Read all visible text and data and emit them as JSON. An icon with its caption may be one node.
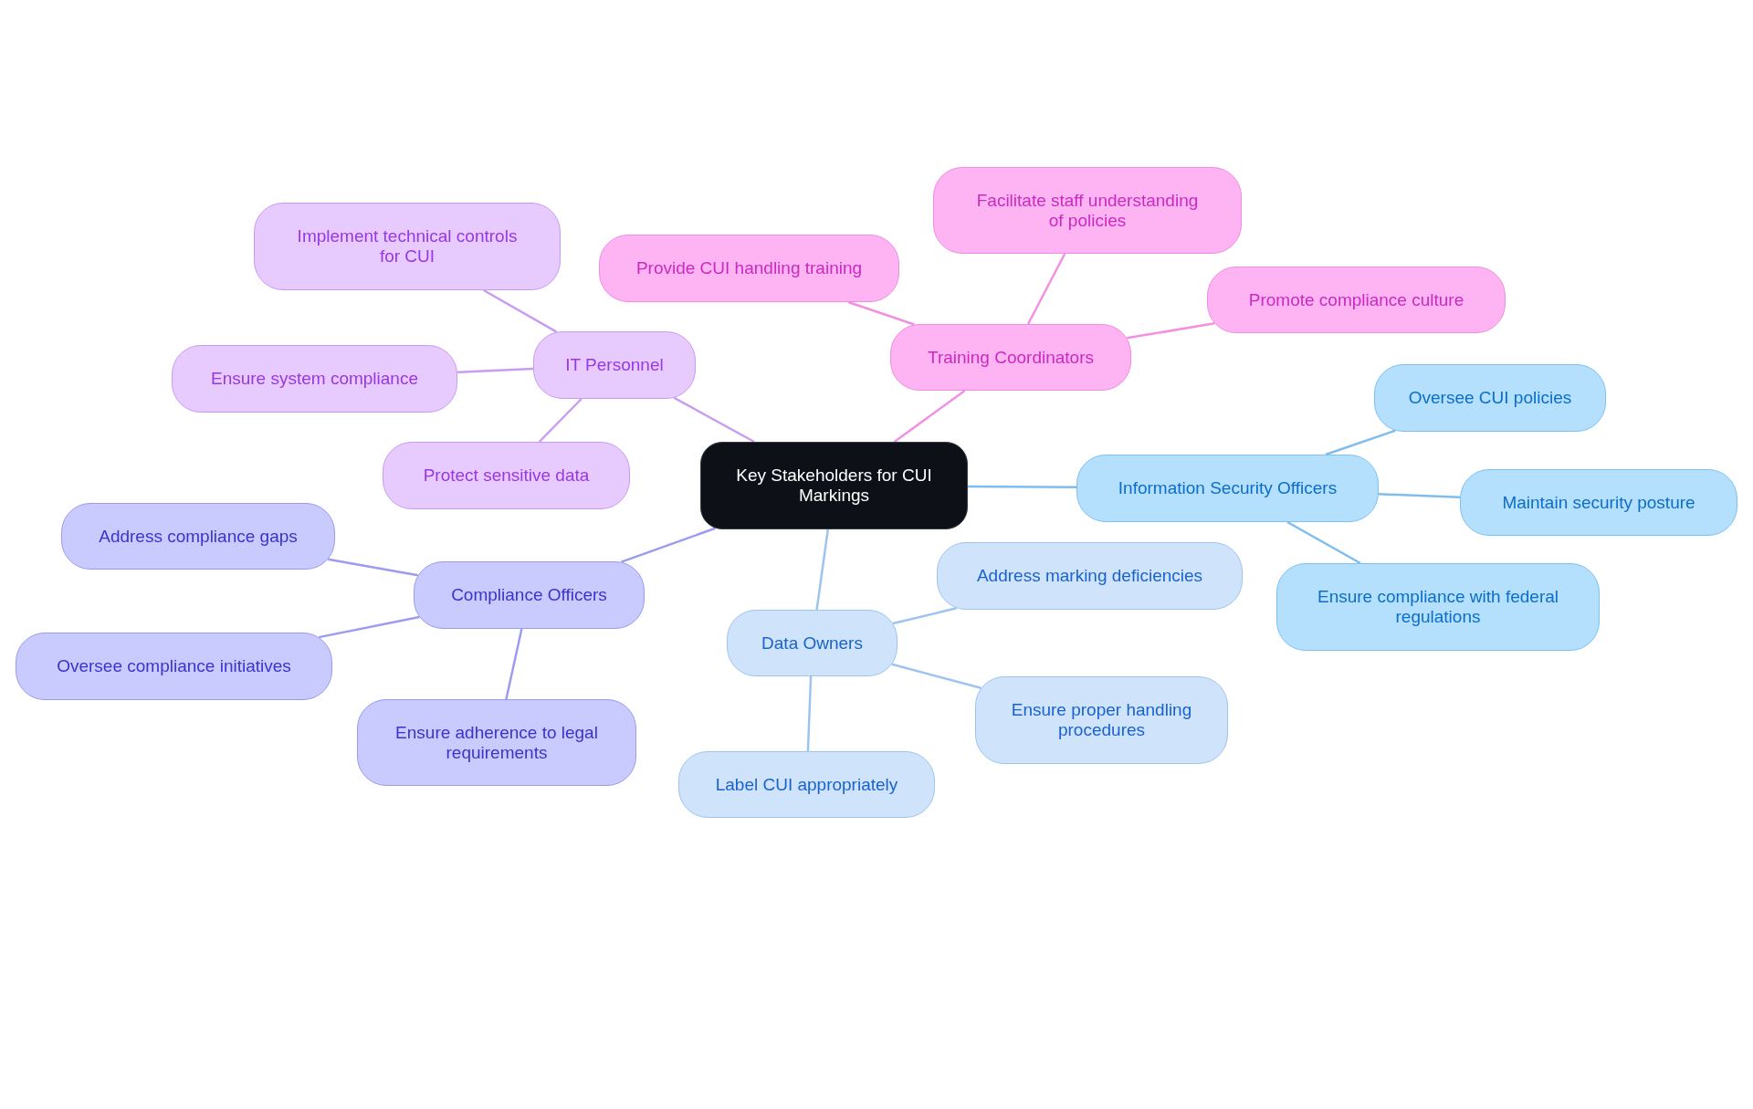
{
  "diagram": {
    "nodes": [
      {
        "text": [
          "Key Stakeholders for CUI Markings"
        ]
      },
      {
        "text": [
          "IT Personnel"
        ]
      },
      {
        "text": [
          "Implement technical controls for CUI"
        ]
      },
      {
        "text": [
          "Ensure system compliance"
        ]
      },
      {
        "text": [
          "Protect sensitive data"
        ]
      },
      {
        "text": [
          "Training Coordinators"
        ]
      },
      {
        "text": [
          "Provide CUI handling training"
        ]
      },
      {
        "text": [
          "Facilitate staff understanding of policies"
        ]
      },
      {
        "text": [
          "Promote compliance culture"
        ]
      },
      {
        "text": [
          "Information Security Officers"
        ]
      },
      {
        "text": [
          "Oversee CUI policies"
        ]
      },
      {
        "text": [
          "Maintain security posture"
        ]
      },
      {
        "text": [
          "Ensure compliance with federal regulations"
        ]
      },
      {
        "text": [
          "Data Owners"
        ]
      },
      {
        "text": [
          "Address marking deficiencies"
        ]
      },
      {
        "text": [
          "Ensure proper handling procedures"
        ]
      },
      {
        "text": [
          "Label CUI appropriately"
        ]
      },
      {
        "text": [
          "Compliance Officers"
        ]
      },
      {
        "text": [
          "Address compliance gaps"
        ]
      },
      {
        "text": [
          "Oversee compliance initiatives"
        ]
      },
      {
        "text": [
          "Ensure adherence to legal requirements"
        ]
      }
    ],
    "edges": [
      {
        "from": 0,
        "to": 1,
        "arrow": "none",
        "color": "#c99cf0"
      },
      {
        "from": 0,
        "to": 5,
        "arrow": "none",
        "color": "#f290e2"
      },
      {
        "from": 0,
        "to": 9,
        "arrow": "none",
        "color": "#7dbdf0"
      },
      {
        "from": 0,
        "to": 13,
        "arrow": "none",
        "color": "#9dc4f1"
      },
      {
        "from": 0,
        "to": 17,
        "arrow": "none",
        "color": "#9b9cf0"
      },
      {
        "from": 1,
        "to": 2,
        "arrow": "none",
        "color": "#c99cf0"
      },
      {
        "from": 1,
        "to": 3,
        "arrow": "none",
        "color": "#c99cf0"
      },
      {
        "from": 1,
        "to": 4,
        "arrow": "none",
        "color": "#c99cf0"
      },
      {
        "from": 5,
        "to": 6,
        "arrow": "none",
        "color": "#f290e2"
      },
      {
        "from": 5,
        "to": 7,
        "arrow": "none",
        "color": "#f290e2"
      },
      {
        "from": 5,
        "to": 8,
        "arrow": "none",
        "color": "#f290e2"
      },
      {
        "from": 9,
        "to": 10,
        "arrow": "none",
        "color": "#7dbdf0"
      },
      {
        "from": 9,
        "to": 11,
        "arrow": "none",
        "color": "#7dbdf0"
      },
      {
        "from": 9,
        "to": 12,
        "arrow": "none",
        "color": "#7dbdf0"
      },
      {
        "from": 13,
        "to": 14,
        "arrow": "none",
        "color": "#9dc4f1"
      },
      {
        "from": 13,
        "to": 15,
        "arrow": "none",
        "color": "#9dc4f1"
      },
      {
        "from": 13,
        "to": 16,
        "arrow": "none",
        "color": "#9dc4f1"
      },
      {
        "from": 17,
        "to": 18,
        "arrow": "none",
        "color": "#9b9cf0"
      },
      {
        "from": 17,
        "to": 19,
        "arrow": "none",
        "color": "#9b9cf0"
      },
      {
        "from": 17,
        "to": 20,
        "arrow": "none",
        "color": "#9b9cf0"
      }
    ]
  }
}
